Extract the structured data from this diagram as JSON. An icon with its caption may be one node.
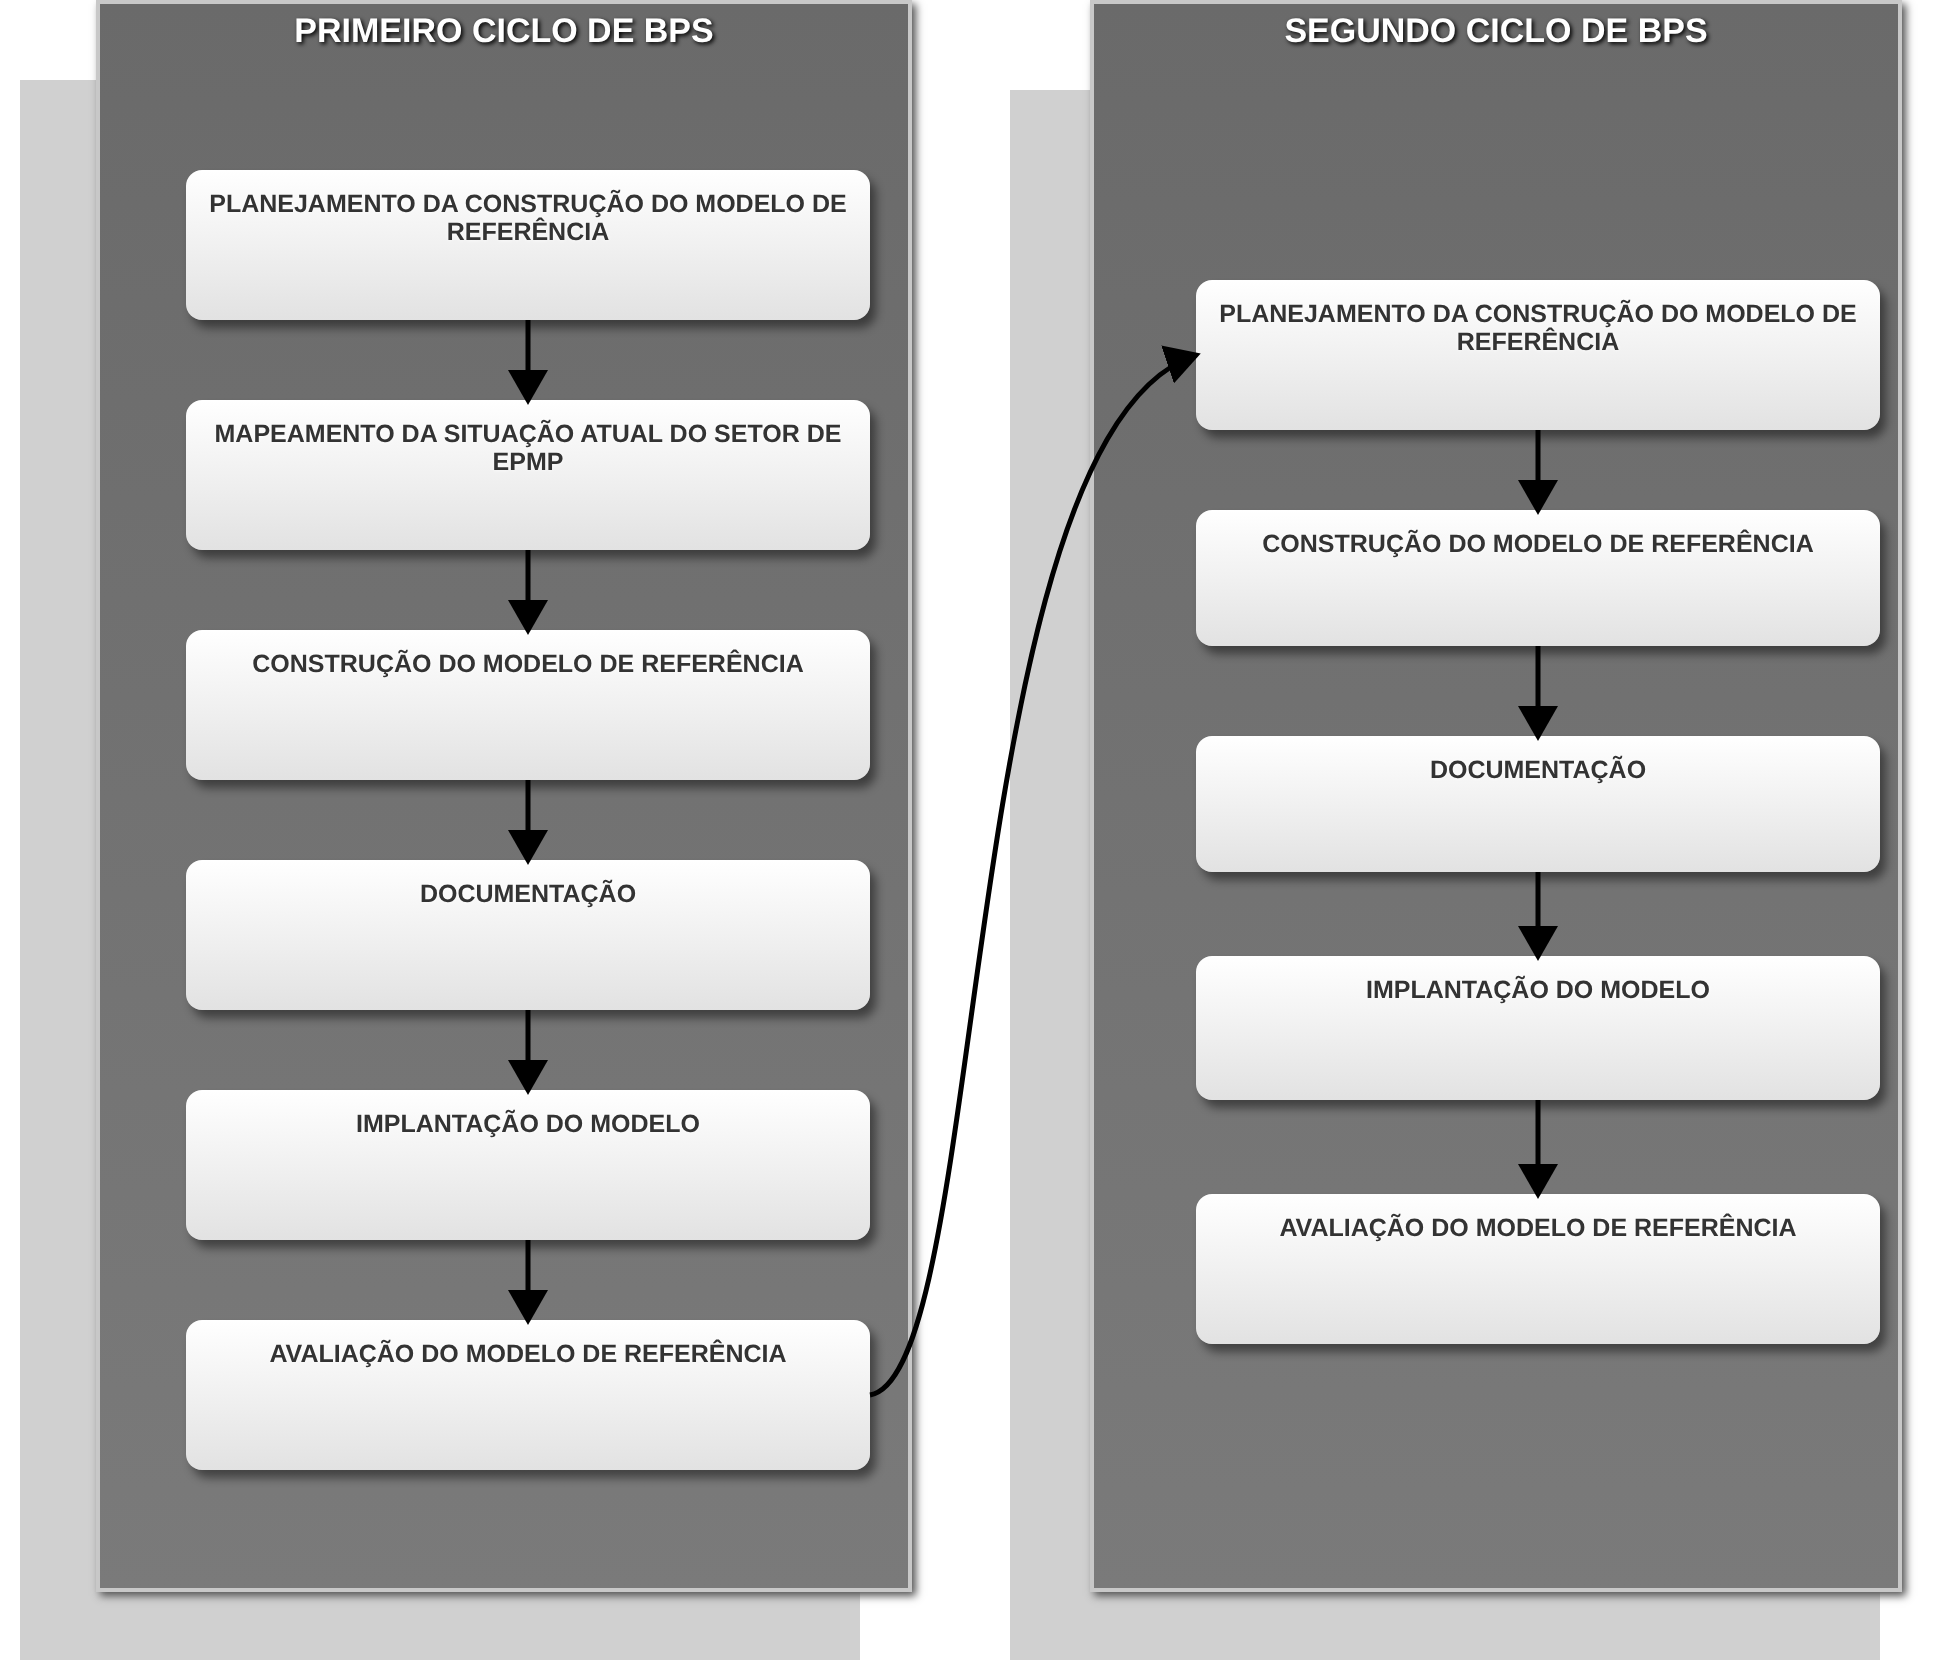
{
  "diagram": {
    "nodes": [
      {
        "text": [
          "PRIMEIRO CICLO DE BPS"
        ]
      },
      {
        "text": [
          "PLANEJAMENTO DA CONSTRUÇÃO DO MODELO DE REFERÊNCIA"
        ],
        "in": 0
      },
      {
        "text": [
          "MAPEAMENTO DA SITUAÇÃO ATUAL DO SETOR DE EPMP"
        ],
        "in": 0
      },
      {
        "text": [
          "CONSTRUÇÃO DO MODELO DE REFERÊNCIA"
        ],
        "in": 0
      },
      {
        "text": [
          "DOCUMENTAÇÃO"
        ],
        "in": 0
      },
      {
        "text": [
          "IMPLANTAÇÃO DO MODELO"
        ],
        "in": 0
      },
      {
        "text": [
          "AVALIAÇÃO DO MODELO DE REFERÊNCIA"
        ],
        "in": 0
      },
      {
        "text": [
          "SEGUNDO CICLO DE BPS"
        ]
      },
      {
        "text": [
          "PLANEJAMENTO DA CONSTRUÇÃO DO MODELO DE REFERÊNCIA"
        ],
        "in": 7
      },
      {
        "text": [
          "CONSTRUÇÃO DO MODELO DE REFERÊNCIA"
        ],
        "in": 7
      },
      {
        "text": [
          "DOCUMENTAÇÃO"
        ],
        "in": 7
      },
      {
        "text": [
          "IMPLANTAÇÃO DO MODELO"
        ],
        "in": 7
      },
      {
        "text": [
          "AVALIAÇÃO DO MODELO DE REFERÊNCIA"
        ],
        "in": 7
      }
    ],
    "edges": [
      {
        "from": 1,
        "to": 2,
        "arrow": "to"
      },
      {
        "from": 2,
        "to": 3,
        "arrow": "to"
      },
      {
        "from": 3,
        "to": 4,
        "arrow": "to"
      },
      {
        "from": 4,
        "to": 5,
        "arrow": "to"
      },
      {
        "from": 5,
        "to": 6,
        "arrow": "to"
      },
      {
        "from": 6,
        "to": 8,
        "arrow": "to"
      },
      {
        "from": 8,
        "to": 9,
        "arrow": "to"
      },
      {
        "from": 9,
        "to": 10,
        "arrow": "to"
      },
      {
        "from": 10,
        "to": 11,
        "arrow": "to"
      },
      {
        "from": 11,
        "to": 12,
        "arrow": "to"
      }
    ]
  }
}
